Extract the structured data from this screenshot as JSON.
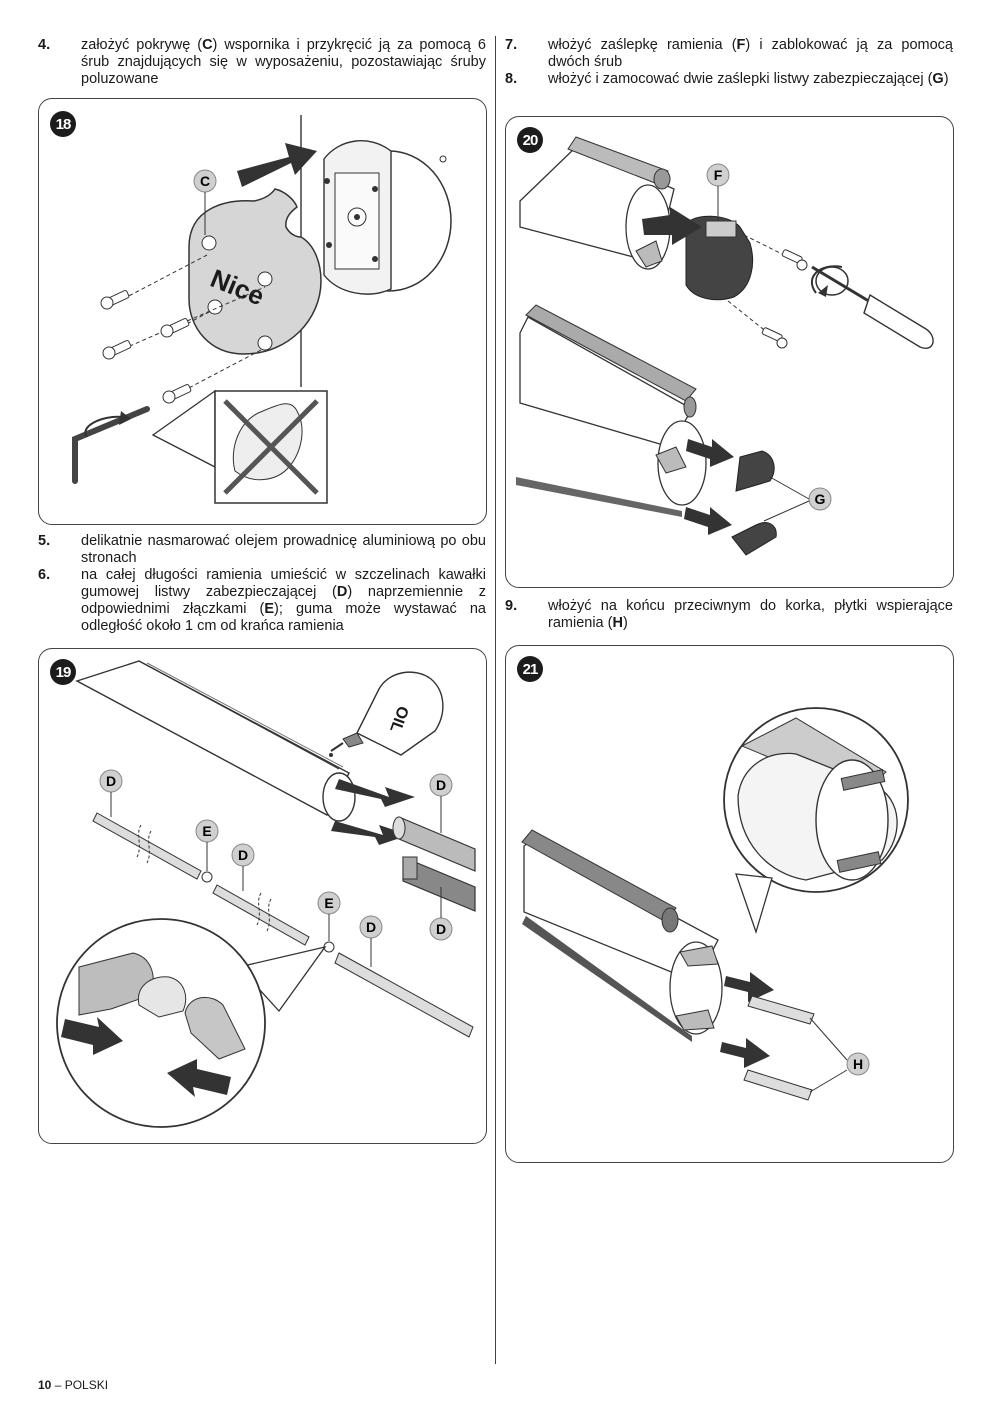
{
  "steps": {
    "s4": {
      "num": "4.",
      "html": "założyć pokrywę (<b>C</b>) wspornika i przykręcić ją za pomocą 6 śrub znajdujących się w wyposażeniu, pozostawiając śruby poluzowane"
    },
    "s5": {
      "num": "5.",
      "html": "delikatnie nasmarować olejem prowadnicę aluminiową po obu stronach"
    },
    "s6": {
      "num": "6.",
      "html": "na całej długości ramienia umieścić w szczelinach kawałki gumowej listwy zabezpieczającej (<b>D</b>) naprzemiennie z odpowiednimi złączkami (<b>E</b>); guma może wystawać na odległość około 1 cm od krańca ramienia"
    },
    "s7": {
      "num": "7.",
      "html": "włożyć zaślepkę ramienia (<b>F</b>) i zablokować ją za pomocą dwóch śrub"
    },
    "s8": {
      "num": "8.",
      "html": "włożyć i zamocować dwie zaślepki listwy zabezpieczającej (<b>G</b>)"
    },
    "s9": {
      "num": "9.",
      "html": "włożyć na końcu przeciwnym do korka, płytki wspierające ramienia (<b>H</b>)"
    }
  },
  "figures": {
    "f18": {
      "badge": "18",
      "labels": {
        "c": "C",
        "logo": "Nice"
      }
    },
    "f19": {
      "badge": "19",
      "labels": {
        "d1": "D",
        "d2": "D",
        "d3": "D",
        "d4": "D",
        "d5": "D",
        "e1": "E",
        "e2": "E",
        "oil": "OIL"
      }
    },
    "f20": {
      "badge": "20",
      "labels": {
        "f": "F",
        "g": "G"
      }
    },
    "f21": {
      "badge": "21",
      "labels": {
        "h": "H"
      }
    }
  },
  "footer": {
    "page": "10",
    "sep": " – ",
    "lang": "POLSKI"
  }
}
